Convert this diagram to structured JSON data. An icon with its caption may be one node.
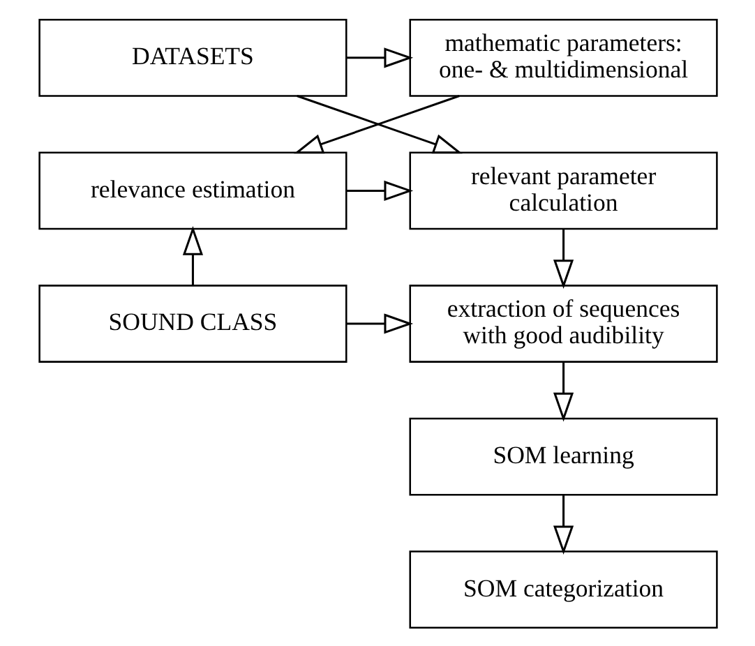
{
  "diagram": {
    "nodes": [
      {
        "text": [
          "mathematic parameters: one- & multidimensional"
        ]
      },
      {
        "text": [
          "DATASETS"
        ]
      },
      {
        "text": [
          "relevance estimation"
        ]
      },
      {
        "text": [
          "relevant parameter calculation"
        ]
      },
      {
        "text": [
          "SOUND CLASS"
        ]
      },
      {
        "text": [
          "extraction of sequences with good audibility"
        ]
      },
      {
        "text": [
          "SOM learning"
        ]
      },
      {
        "text": [
          "SOM categorization"
        ]
      }
    ],
    "edges": [
      {
        "from": 1,
        "to": 0,
        "arrow": "to"
      },
      {
        "from": 0,
        "to": 2,
        "arrow": "to"
      },
      {
        "from": 1,
        "to": 3,
        "arrow": "to"
      },
      {
        "from": 2,
        "to": 3,
        "arrow": "to"
      },
      {
        "from": 4,
        "to": 2,
        "arrow": "to"
      },
      {
        "from": 3,
        "to": 5,
        "arrow": "to"
      },
      {
        "from": 4,
        "to": 5,
        "arrow": "to"
      },
      {
        "from": 5,
        "to": 6,
        "arrow": "to"
      },
      {
        "from": 6,
        "to": 7,
        "arrow": "to"
      }
    ]
  }
}
